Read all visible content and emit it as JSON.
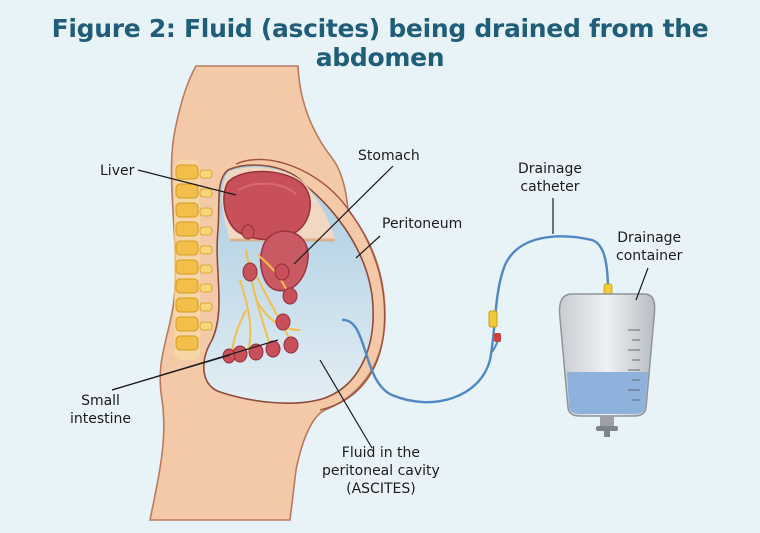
{
  "title": "Figure 2: Fluid (ascites) being drained from the abdomen",
  "labels": {
    "liver": "Liver",
    "stomach": "Stomach",
    "peritoneum": "Peritoneum",
    "drainage_catheter": [
      "Drainage",
      "catheter"
    ],
    "drainage_container": [
      "Drainage",
      "container"
    ],
    "small_intestine": [
      "Small",
      "intestine"
    ],
    "fluid": [
      "Fluid in the",
      "peritoneal cavity",
      "(ASCITES)"
    ]
  },
  "colors": {
    "background": "#e8f3f7",
    "title": "#1f5d78",
    "skin": "#f3c9a8",
    "skin_outline": "#a86a4e",
    "fluid": "#b8d5e6",
    "liver": "#c8505a",
    "spine": "#f2c04a",
    "tube": "#4f88c4",
    "container_fluid": "#8fb2dc"
  },
  "container_fill_level": 0.38
}
